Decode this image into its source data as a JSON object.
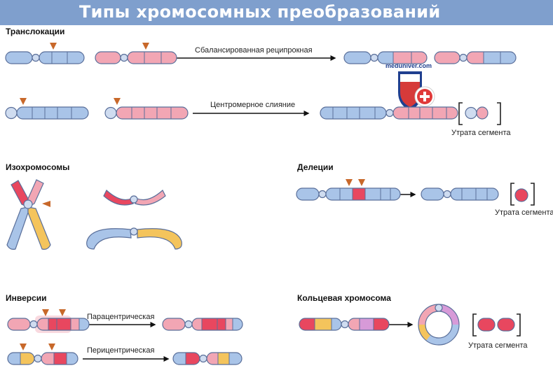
{
  "title": "Типы хромосомных преобразований",
  "sections": {
    "translocations": "Транслокации",
    "isochromosomes": "Изохромосомы",
    "deletions": "Делеции",
    "inversions": "Инверсии",
    "ring": "Кольцевая хромосома"
  },
  "labels": {
    "balanced": "Сбалансированная реципрокная",
    "centric_fusion": "Центромерное слияние",
    "loss_centric": "Утрата сегмента",
    "loss_deletion": "Утрата сегмента",
    "loss_ring": "Утрата сегмента",
    "paracentric": "Парацентрическая",
    "pericentric": "Перицентрическая"
  },
  "watermark": "meduniver.com",
  "colors": {
    "blue": "#a9c4e8",
    "pink": "#f2a6b4",
    "red": "#e8475f",
    "yellow": "#f4c45c",
    "violet": "#d79ad8",
    "marker": "#c8682a",
    "outline": "#5a6f9a"
  }
}
